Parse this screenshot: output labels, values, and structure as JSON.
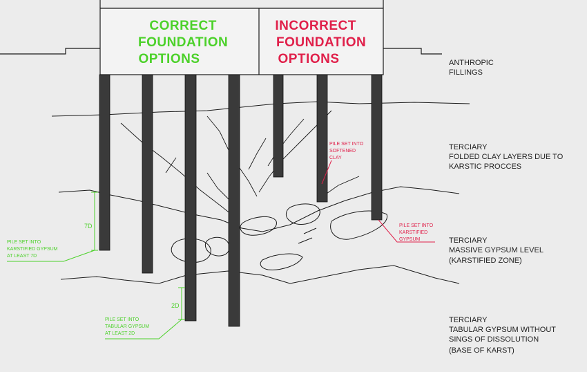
{
  "colors": {
    "correct": "#4cd12a",
    "incorrect": "#e0204a",
    "pile": "#3a3a3a",
    "line": "#1a1a1a",
    "background": "#ececec",
    "cap": "#f3f3f3"
  },
  "cap": {
    "correct_title": [
      "CORRECT",
      "FOUNDATION",
      "OPTIONS"
    ],
    "incorrect_title": [
      "INCORRECT",
      "FOUNDATION",
      "OPTIONS"
    ]
  },
  "layers": [
    [
      "ANTHROPIC",
      "FILLINGS"
    ],
    [
      "TERCIARY",
      "FOLDED CLAY LAYERS DUE TO",
      "KARSTIC PROCCES"
    ],
    [
      "TERCIARY",
      "MASSIVE GYPSUM LEVEL",
      "(KARSTIFIED ZONE)"
    ],
    [
      "TERCIARY",
      "TABULAR GYPSUM WITHOUT",
      "SINGS OF DISSOLUTION",
      "(BASE OF KARST)"
    ]
  ],
  "annotations": {
    "correct_1": [
      "PILE SET INTO",
      "KARSTIFIED GYPSUM",
      "AT LEAST 7D"
    ],
    "correct_2": [
      "PILE SET INTO",
      "TABULAR GYPSUM",
      "AT LEAST 2D"
    ],
    "incorrect_1": [
      "PILE SET INTO",
      "SOFTENED",
      "CLAY"
    ],
    "incorrect_2": [
      "PILE SET INTO",
      "KARSTIFIED",
      "GYPSUM"
    ],
    "dim_7d": "7D",
    "dim_2d": "2D"
  }
}
